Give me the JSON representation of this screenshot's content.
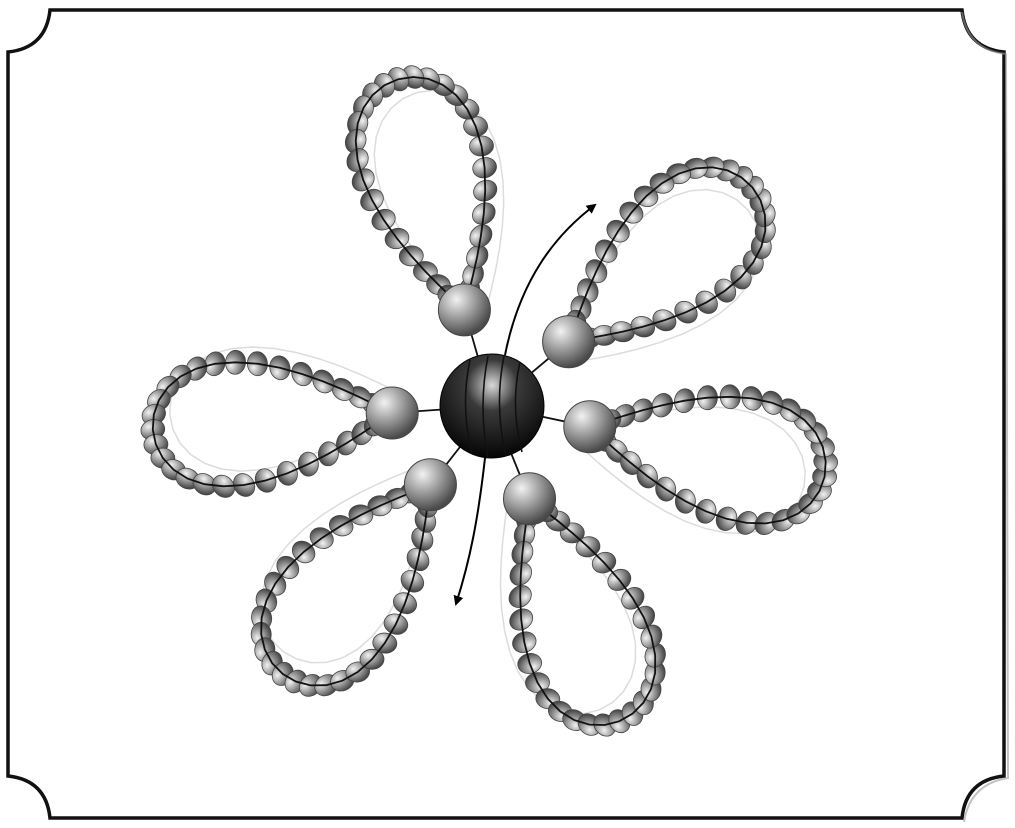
{
  "diagram": {
    "kind": "beaded-flower-pattern",
    "petal_count": 6,
    "center_bead": {
      "color": "#1a1a1a"
    },
    "petal_beads": {
      "color": "#8c8c8c"
    },
    "thread_color": "#111111",
    "ghost_loop_color": "#d9d9d9",
    "frame": {
      "style": "scalloped-corners",
      "color": "#111111"
    },
    "arrows": [
      {
        "direction": "up-right",
        "meaning": "thread-path-out"
      },
      {
        "direction": "down-left",
        "meaning": "thread-path-in"
      }
    ]
  }
}
